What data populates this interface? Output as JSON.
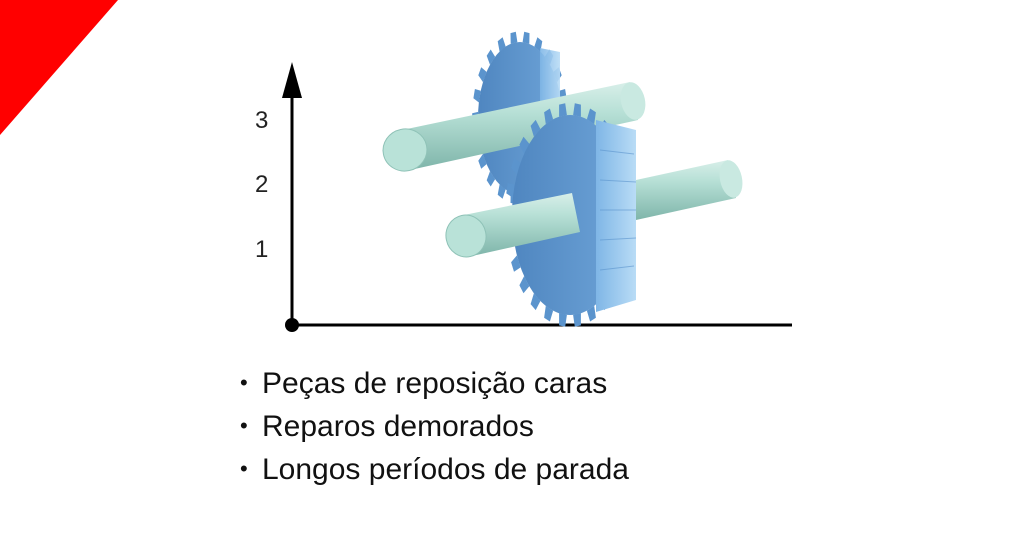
{
  "colors": {
    "corner": "#ff0000",
    "gear": "#5b94cd",
    "gear_light": "#9ccbf0",
    "shaft": "#a9d8cf",
    "axis": "#000000"
  },
  "icons": {
    "corner": "red-triangle-corner",
    "illustration": "gears-on-shafts-icon"
  },
  "axis": {
    "ticks": [
      {
        "label": "3",
        "value": 3
      },
      {
        "label": "2",
        "value": 2
      },
      {
        "label": "1",
        "value": 1
      }
    ]
  },
  "bullets": [
    "Peças de reposição caras",
    "Reparos demorados",
    "Longos períodos de parada"
  ]
}
